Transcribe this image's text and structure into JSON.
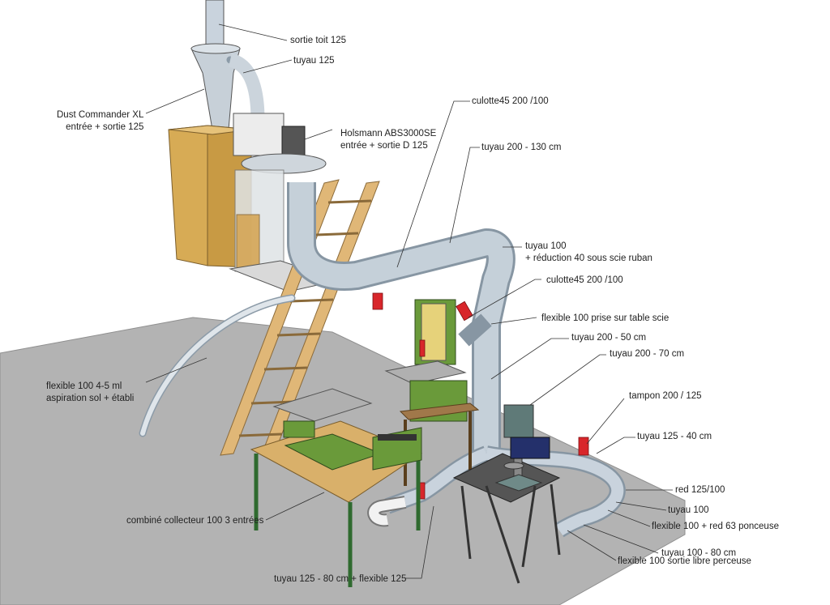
{
  "labels": {
    "sortie_toit": "sortie toit 125",
    "tuyau_125": "tuyau 125",
    "dust_commander_line1": "Dust Commander XL",
    "dust_commander_line2": "entrée + sortie 125",
    "holsmann_line1": "Holsmann  ABS3000SE",
    "holsmann_line2": "entrée + sortie D 125",
    "culotte_200_100_top": "culotte45 200 /100",
    "tuyau_200_130": "tuyau 200 - 130 cm",
    "tuyau_100_line1": "tuyau 100",
    "tuyau_100_line2": "+ réduction 40 sous scie ruban",
    "culotte_200_100_mid": "culotte45 200 /100",
    "flexible_table_scie": "flexible 100 prise sur table scie",
    "tuyau_200_50": "tuyau 200 - 50 cm",
    "tuyau_200_70": "tuyau 200 - 70 cm",
    "flexible_sol_line1": "flexible 100 4-5 ml",
    "flexible_sol_line2": "aspiration sol + établi",
    "tampon_200_125": "tampon 200 / 125",
    "tuyau_125_40": "tuyau 125 - 40 cm",
    "red_125_100": "red 125/100",
    "tuyau_100_b": "tuyau 100",
    "flexible_ponceuse": "flexible 100 + red 63 ponceuse",
    "tuyau_100_80": "tuyau 100 - 80 cm",
    "flexible_perceuse": "flexible 100 sortie libre perceuse",
    "combine_collecteur": "combiné collecteur 100 3 entrées",
    "tuyau_125_80_flex": "tuyau 125 - 80 cm + flexible 125"
  }
}
